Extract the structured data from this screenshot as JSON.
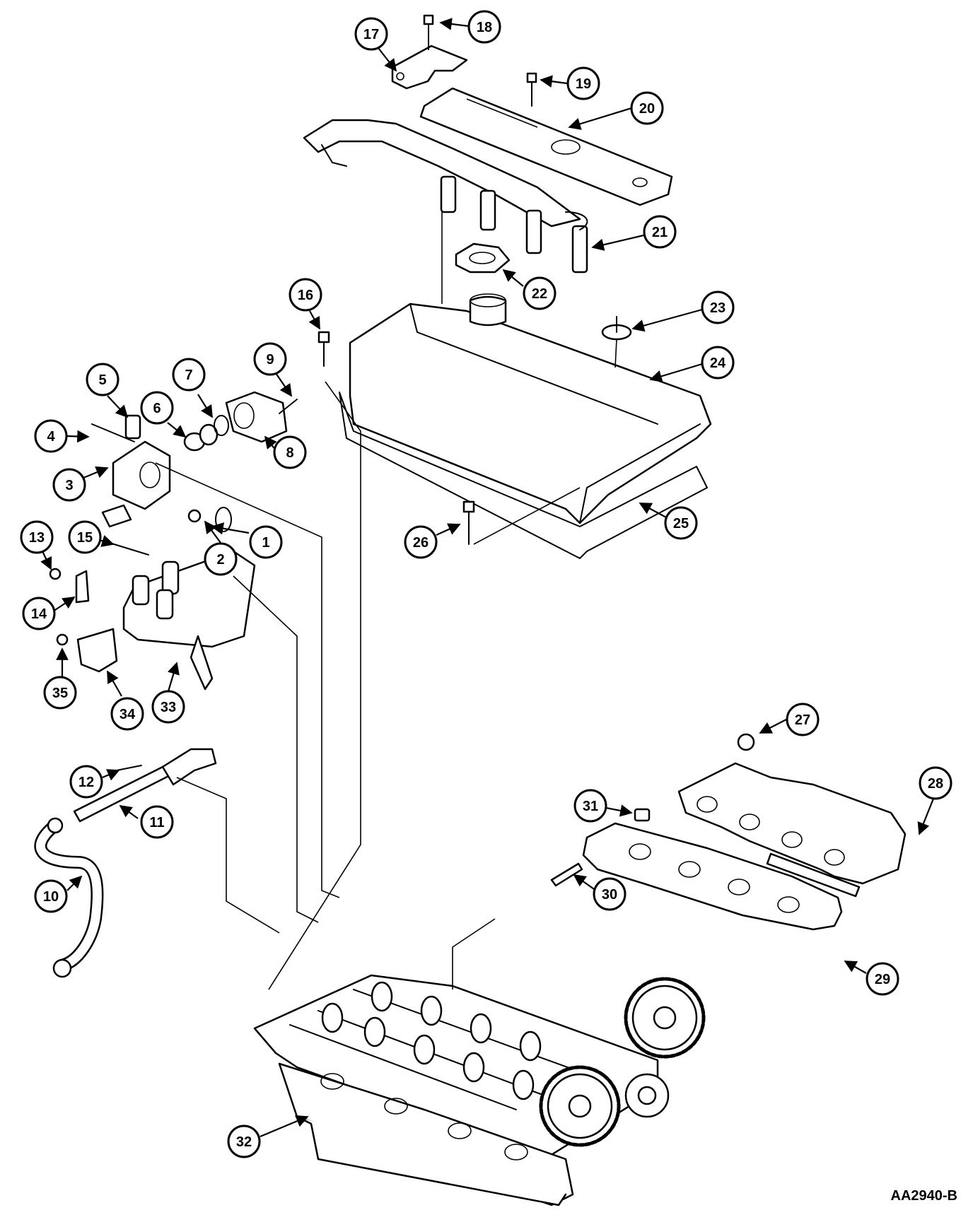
{
  "diagram": {
    "figure_code": "AA2940-B",
    "callouts": [
      "1",
      "2",
      "3",
      "4",
      "5",
      "6",
      "7",
      "8",
      "9",
      "10",
      "11",
      "12",
      "13",
      "14",
      "15",
      "16",
      "17",
      "18",
      "19",
      "20",
      "21",
      "22",
      "23",
      "24",
      "25",
      "26",
      "27",
      "28",
      "29",
      "30",
      "31",
      "32",
      "33",
      "34",
      "35"
    ]
  }
}
